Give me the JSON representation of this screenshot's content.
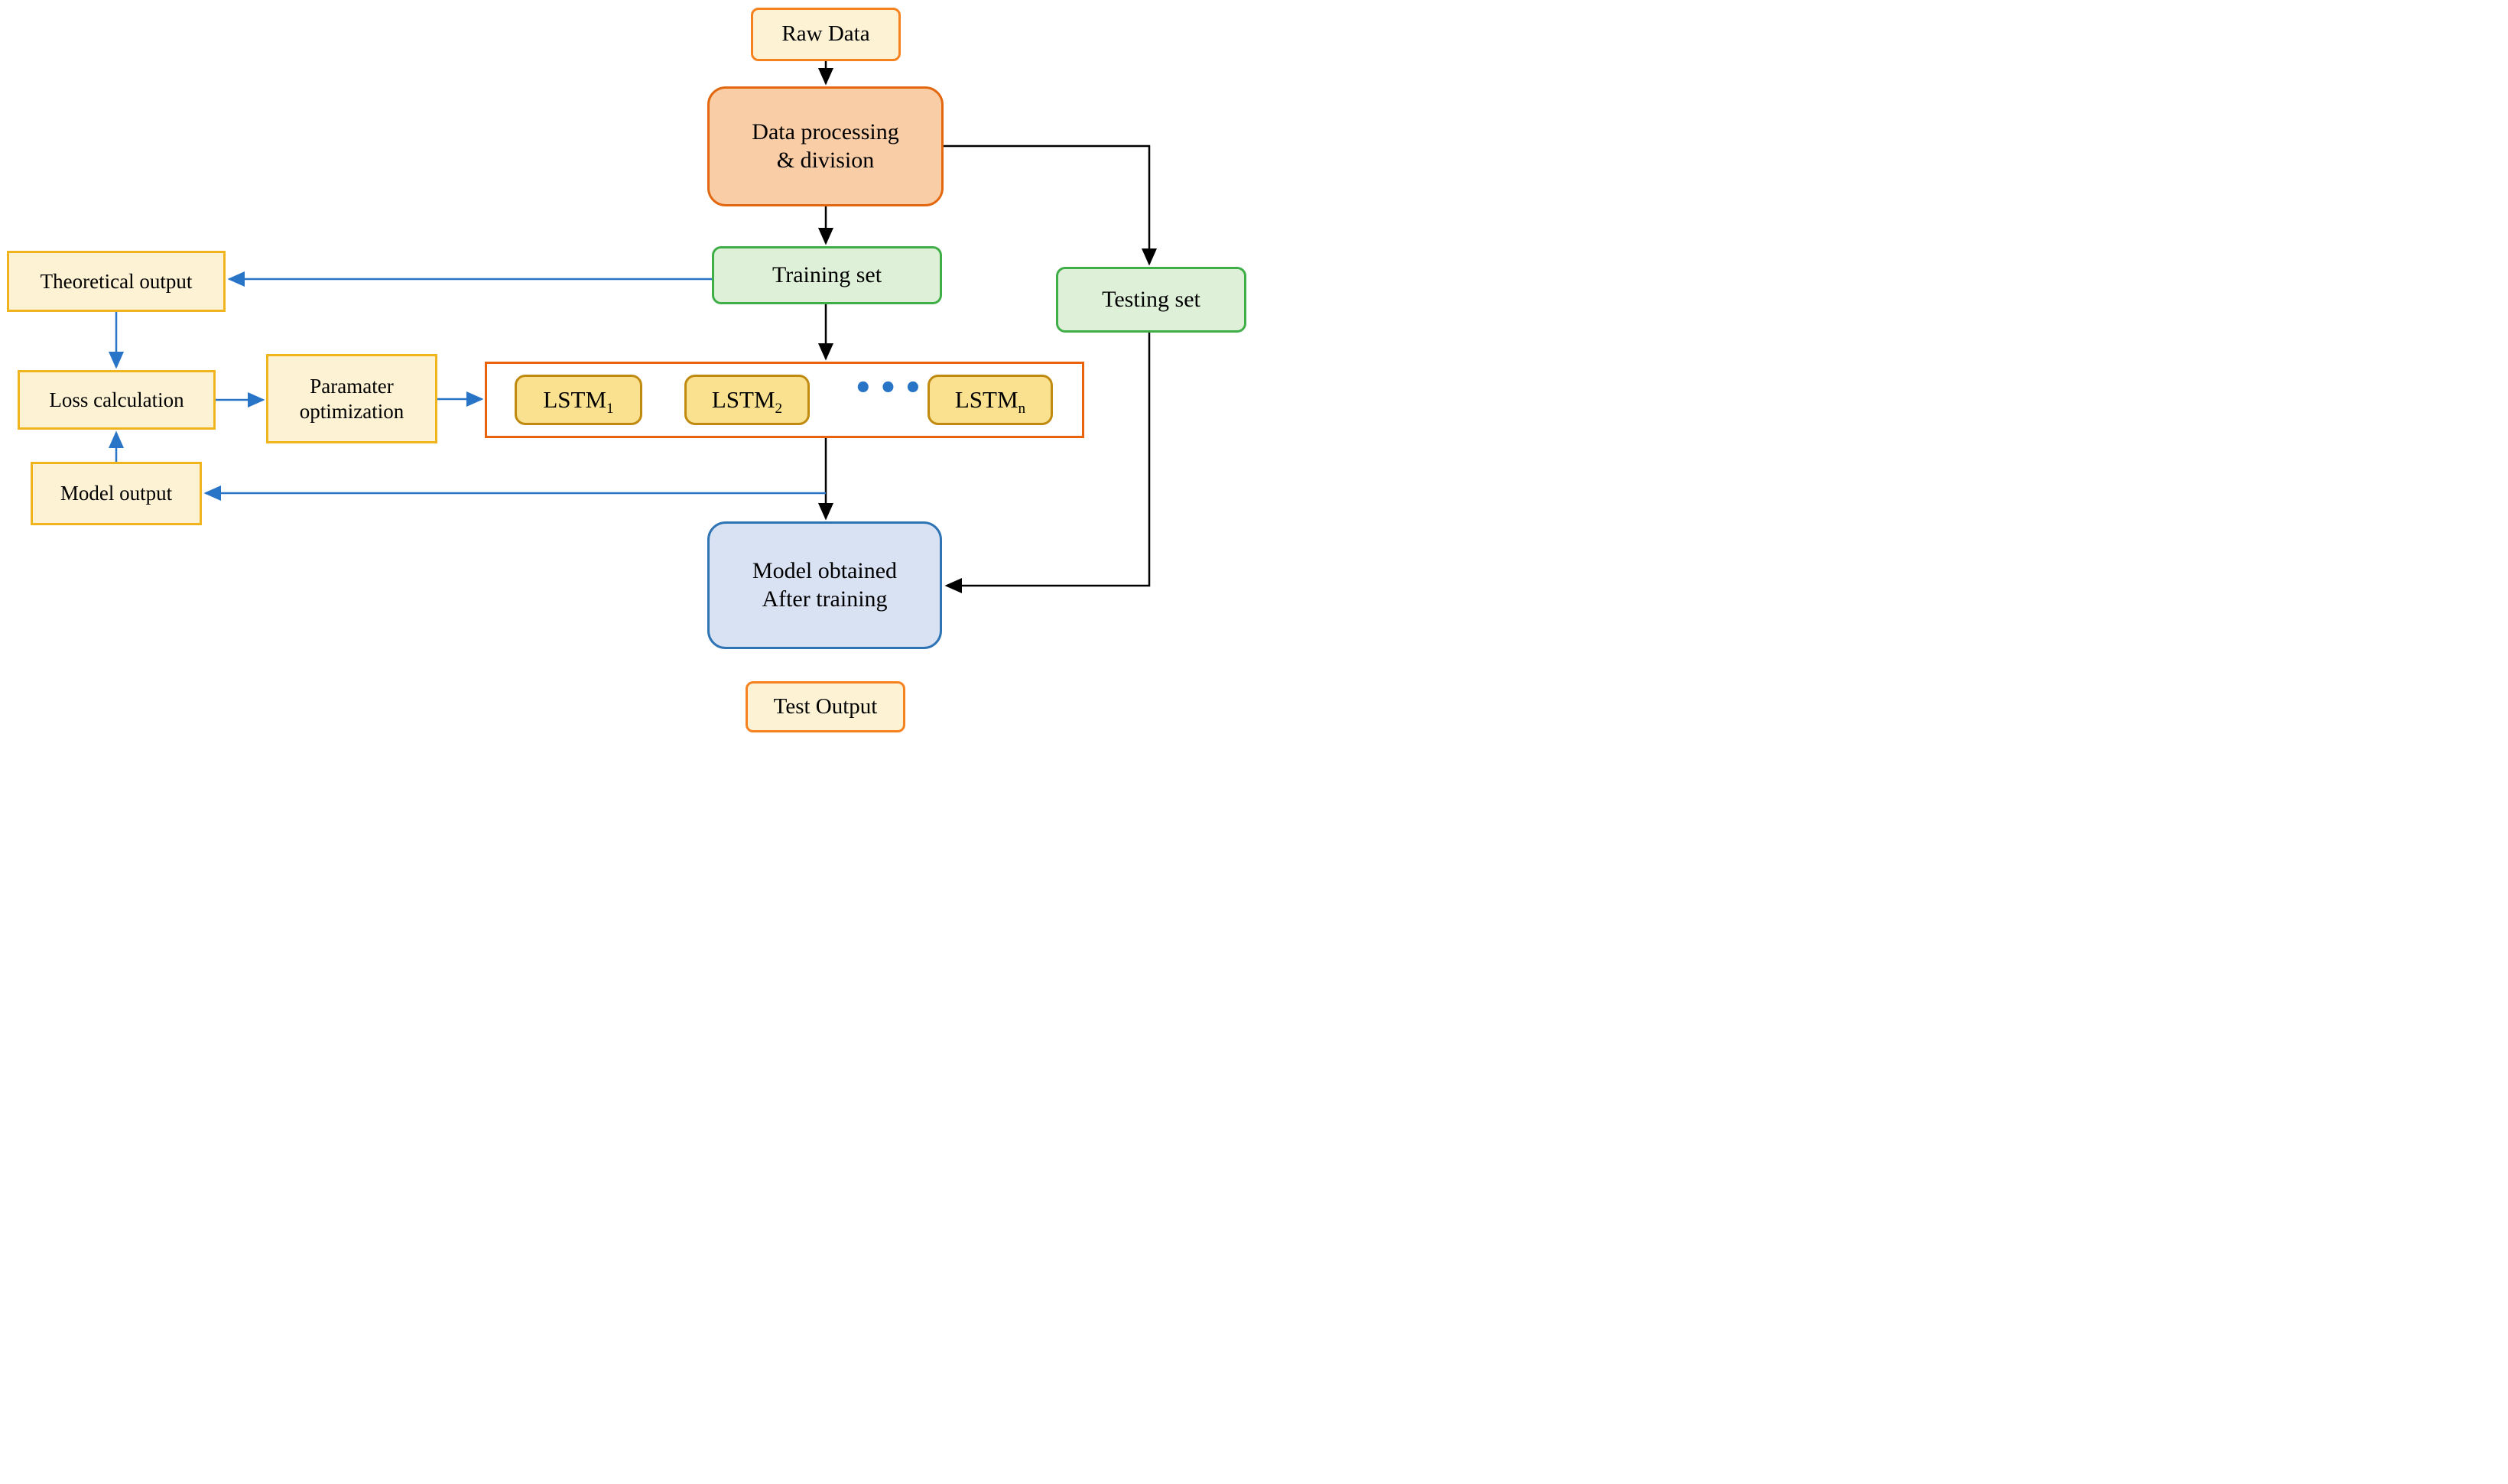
{
  "nodes": {
    "raw_data": {
      "label": "Raw Data"
    },
    "data_processing": {
      "label_line1": "Data processing",
      "label_line2": "& division"
    },
    "training_set": {
      "label": "Training set"
    },
    "testing_set": {
      "label": "Testing set"
    },
    "theoretical_output": {
      "label": "Theoretical output"
    },
    "loss_calculation": {
      "label": "Loss calculation"
    },
    "model_output": {
      "label": "Model output"
    },
    "parameter_optimization": {
      "label_line1": "Paramater",
      "label_line2": "optimization"
    },
    "lstm_chain": {
      "cells": [
        {
          "base": "LSTM",
          "sub": "1"
        },
        {
          "base": "LSTM",
          "sub": "2"
        },
        {
          "base": "LSTM",
          "sub": "n"
        }
      ],
      "ellipsis": "•••"
    },
    "model_obtained": {
      "label_line1": "Model obtained",
      "label_line2": "After training"
    },
    "test_output": {
      "label": "Test Output"
    }
  },
  "colors": {
    "arrow-black": "#000000",
    "arrow-blue": "#2874C6",
    "cream-fill": "#FDF3D4",
    "orange-border": "#F5821E",
    "peach-fill": "#F9CDA6",
    "dark-orange-border": "#E2670E",
    "green-fill": "#DFF0D9",
    "green-border": "#3FAE47",
    "gold-border": "#F0B41E",
    "lstm-fill": "#FAE18F",
    "lstm-border": "#C08A10",
    "container-border": "#E8630C",
    "blue-fill": "#D9E2F3",
    "blue-border": "#2E74B5"
  }
}
